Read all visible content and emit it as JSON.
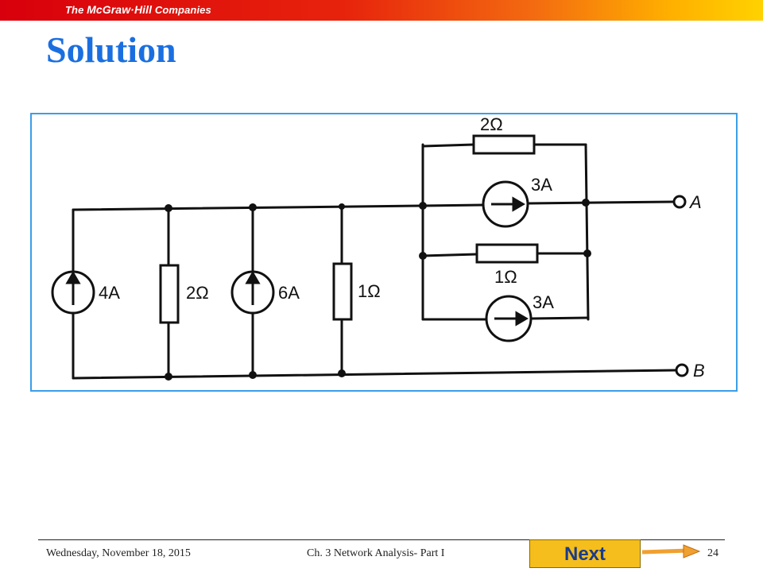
{
  "header": {
    "brand_the": "The ",
    "brand_name": "McGraw·Hill",
    "brand_suffix": " Companies"
  },
  "slide": {
    "title": "Solution"
  },
  "diagram": {
    "labels": {
      "source_4a": "4A",
      "resistor_2ohm_left": "2Ω",
      "source_6a": "6A",
      "resistor_1ohm_left": "1Ω",
      "resistor_2ohm_top": "2Ω",
      "source_3a_top": "3A",
      "resistor_1ohm_right": "1Ω",
      "source_3a_bottom": "3A",
      "terminal_a": "A",
      "terminal_b": "B"
    }
  },
  "footer": {
    "date": "Wednesday, November 18, 2015",
    "chapter": "Ch. 3 Network Analysis- Part I",
    "page_number": "24",
    "next_label": "Next"
  },
  "colors": {
    "title": "#1a6fe0",
    "frame_border": "#3b9ee8",
    "next_button": "#f5be1c",
    "next_arrow": "#f0a030"
  }
}
